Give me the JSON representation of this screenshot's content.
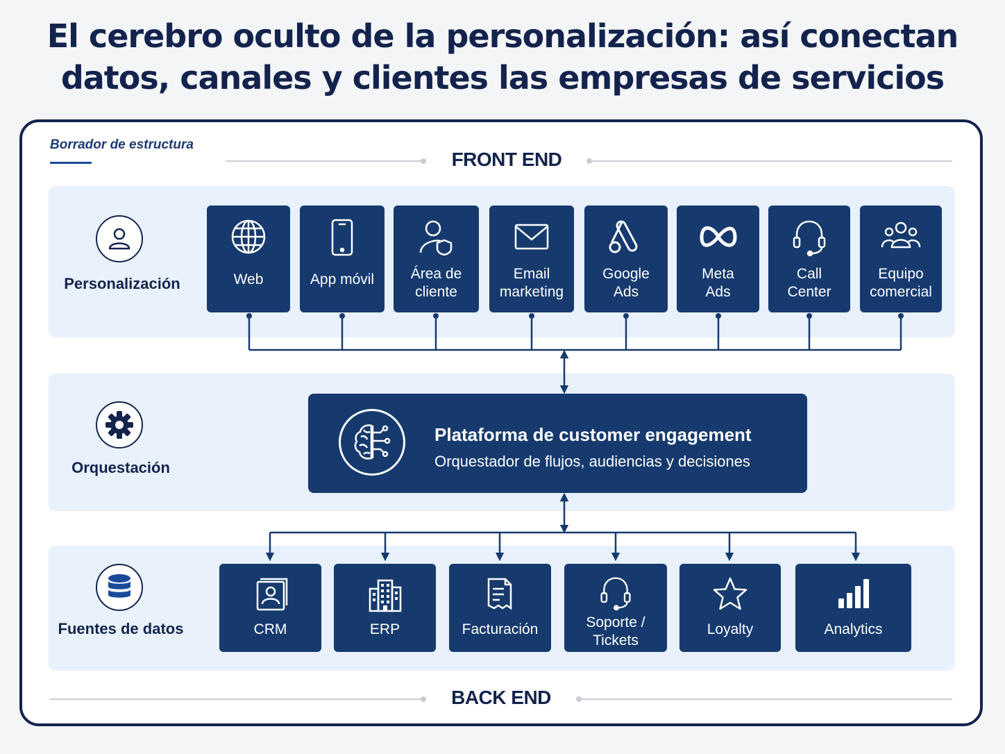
{
  "title": {
    "line1": "El cerebro oculto de la personalización: así conectan",
    "line2": "datos, canales y clientes las empresas de servicios"
  },
  "draft_label": "Borrador de estructura",
  "front_end_label": "FRONT END",
  "back_end_label": "BACK END",
  "layers": {
    "personalizacion": {
      "label": "Personalización",
      "icon": "user-icon"
    },
    "orquestacion": {
      "label": "Orquestación",
      "icon": "gear-icon"
    },
    "fuentes": {
      "label": "Fuentes de datos",
      "icon": "database-icon"
    }
  },
  "channels": [
    {
      "label": "Web",
      "icon": "globe-icon"
    },
    {
      "label": "App móvil",
      "icon": "smartphone-icon"
    },
    {
      "label": "Área de\ncliente",
      "icon": "user-shield-icon"
    },
    {
      "label": "Email\nmarketing",
      "icon": "envelope-icon"
    },
    {
      "label": "Google\nAds",
      "icon": "google-ads-icon"
    },
    {
      "label": "Meta\nAds",
      "icon": "meta-icon"
    },
    {
      "label": "Call\nCenter",
      "icon": "headset-icon"
    },
    {
      "label": "Equipo\ncomercial",
      "icon": "team-icon"
    }
  ],
  "platform": {
    "title": "Plataforma de customer engagement",
    "subtitle": "Orquestador de flujos, audiencias y decisiones",
    "icon": "brain-circuit-icon"
  },
  "sources": [
    {
      "label": "CRM",
      "icon": "contact-card-icon"
    },
    {
      "label": "ERP",
      "icon": "building-icon"
    },
    {
      "label": "Facturación",
      "icon": "invoice-icon"
    },
    {
      "label": "Soporte /\nTickets",
      "icon": "headset-icon"
    },
    {
      "label": "Loyalty",
      "icon": "star-icon"
    },
    {
      "label": "Analytics",
      "icon": "bar-chart-icon"
    }
  ],
  "colors": {
    "navy": "#13234d",
    "tile": "#163a6e",
    "band": "#e8f1fc",
    "accent": "#1c4a9a"
  }
}
